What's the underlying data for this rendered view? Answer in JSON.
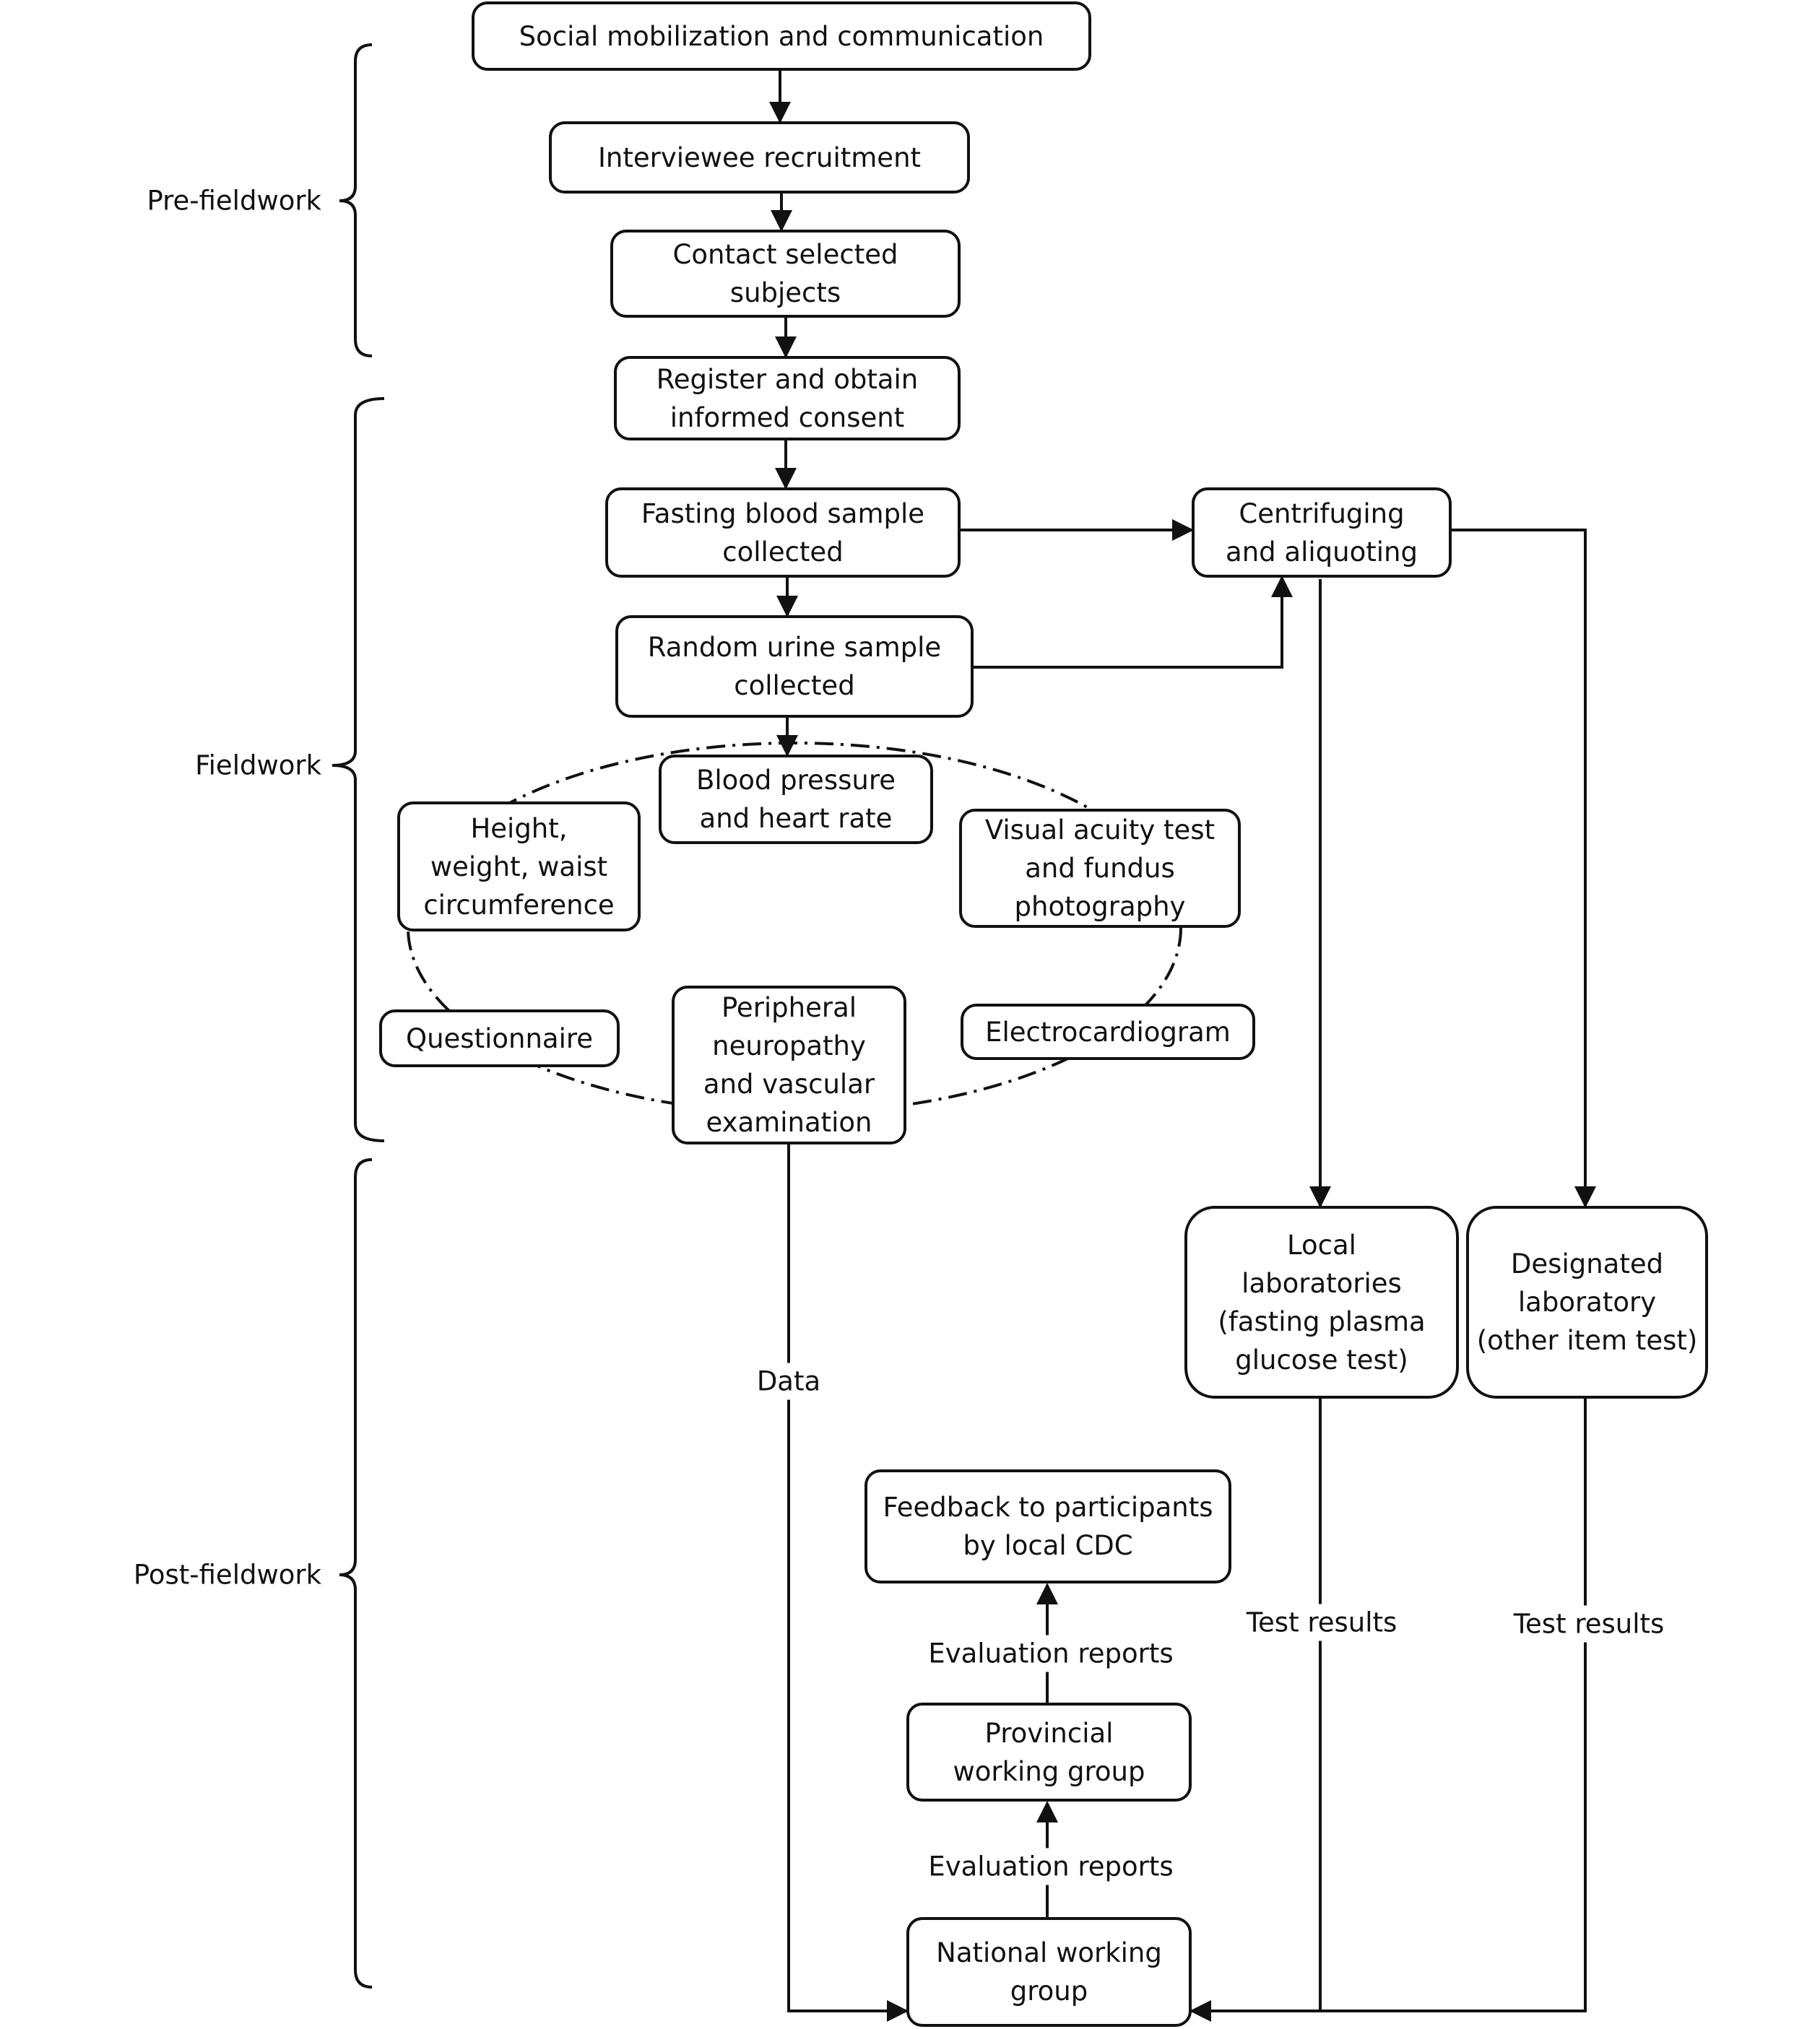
{
  "phases": {
    "pre": "Pre-fieldwork",
    "field": "Fieldwork",
    "post": "Post-fieldwork"
  },
  "boxes": {
    "social": "Social mobilization and communication",
    "recruit": "Interviewee recruitment",
    "contact": "Contact selected\nsubjects",
    "register": "Register and obtain\ninformed consent",
    "blood": "Fasting blood sample\ncollected",
    "centrifuge": "Centrifuging\nand aliquoting",
    "urine": "Random urine sample\ncollected",
    "bp": "Blood pressure\nand heart rate",
    "height": "Height,\nweight, waist\ncircumference",
    "visual": "Visual acuity test\nand fundus\nphotography",
    "questionnaire": "Questionnaire",
    "peripheral": "Peripheral\nneuropathy\nand vascular\nexamination",
    "ecg": "Electrocardiogram",
    "local_lab": "Local\nlaboratories\n(fasting plasma\nglucose test)",
    "designated_lab": "Designated\nlaboratory\n(other item test)",
    "feedback": "Feedback to participants\nby local CDC",
    "provincial": "Provincial\nworking group",
    "national": "National working\ngroup"
  },
  "labels": {
    "data": "Data",
    "test_results_local": "Test results",
    "test_results_designated": "Test results",
    "eval_reports_upper": "Evaluation reports",
    "eval_reports_lower": "Evaluation reports"
  }
}
